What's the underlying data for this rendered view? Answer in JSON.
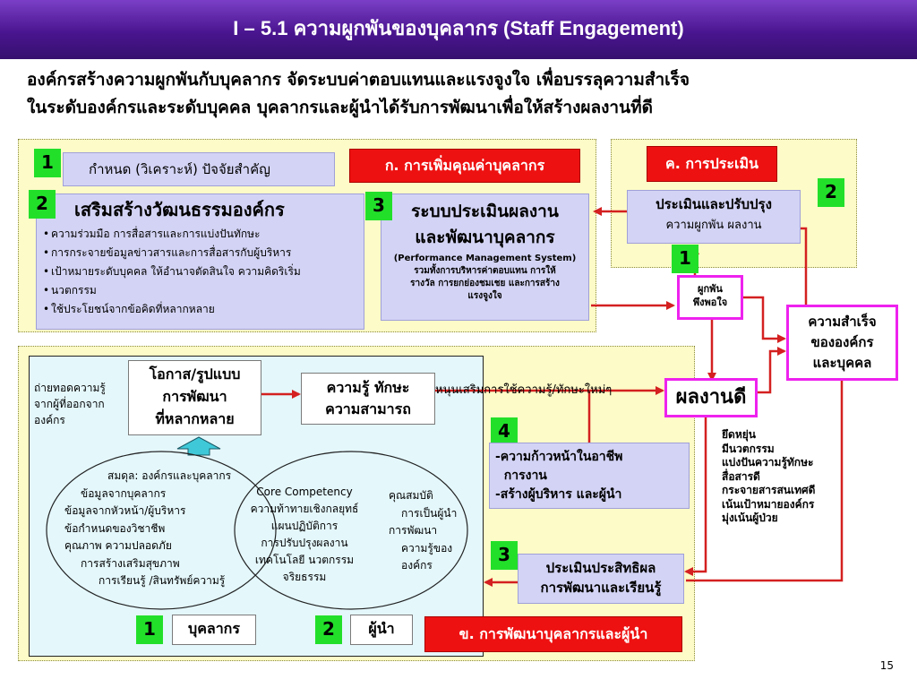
{
  "title": "I – 5.1 ความผูกพันของบุคลากร (Staff Engagement)",
  "intro": {
    "line1": "องค์กรสร้างความผูกพันกับบุคลากร จัดระบบค่าตอบแทนและแรงจูงใจ เพื่อบรรลุความสำเร็จ",
    "line2": "ในระดับองค์กรและระดับบุคคล   บุคลากรและผู้นำได้รับการพัฒนาเพื่อให้สร้างผลงานที่ดี"
  },
  "section_a": {
    "header": "ก. การเพิ่มคุณค่าบุคลากร",
    "item1": {
      "num": "1",
      "label": "กำหนด (วิเคราะห์) ปัจจัยสำคัญ"
    },
    "item2": {
      "num": "2",
      "title": "เสริมสร้างวัฒนธรรมองค์กร",
      "bullets": [
        "ความร่วมมือ การสื่อสารและการแบ่งปันทักษะ",
        "การกระจายข้อมูลข่าวสารและการสื่อสารกับผู้บริหาร",
        "เป้าหมายระดับบุคคล ให้อำนาจตัดสินใจ ความคิดริเริ่ม",
        "นวตกรรม",
        "ใช้ประโยชน์จากข้อคิดที่หลากหลาย"
      ]
    },
    "item3": {
      "num": "3",
      "title1": "ระบบประเมินผลงาน",
      "title2": "และพัฒนาบุคลากร",
      "sub": "(Performance Management System)",
      "desc1": "รวมทั้งการบริหารค่าตอบแทน การให้",
      "desc2": "รางวัล การยกย่องชมเชย และการสร้าง",
      "desc3": "แรงจูงใจ"
    }
  },
  "section_c": {
    "header": "ค. การประเมิน",
    "num2": "2",
    "eval_title": "ประเมินและปรับปรุง",
    "eval_sub": "ความผูกพัน ผลงาน",
    "num1": "1",
    "engage1": "ผูกพัน",
    "engage2": "พึงพอใจ"
  },
  "success": {
    "l1": "ความสำเร็จ",
    "l2": "ขององค์กร",
    "l3": "และบุคคล"
  },
  "performance": "ผลงานดี",
  "performance_list": [
    "ยึดหยุ่น",
    "มีนวตกรรม",
    "แบ่งปันความรู้ทักษะ",
    "สื่อสารดี",
    "กระจายสารสนเทศดี",
    "เน้นเป้าหมายองค์กร",
    "มุ่งเน้นผู้ป่วย"
  ],
  "section_b": {
    "header": "ข. การพัฒนาบุคลากรและผู้นำ",
    "transfer": [
      "ถ่ายทอดความรู้",
      "จากผู้ที่ออกจาก",
      "องค์กร"
    ],
    "opp": [
      "โอกาส/รูปแบบ",
      "การพัฒนา",
      "ที่หลากหลาย"
    ],
    "skills": [
      "ความรู้ ทักษะ",
      "ความสามารถ"
    ],
    "support": "หนุนเสริมการใช้ความรู้/ทักษะใหม่ๆ",
    "num4": "4",
    "career": [
      "-ความก้าวหน้าในอาชีพ",
      "  การงาน",
      "-สร้างผู้บริหาร และผู้นำ"
    ],
    "num3": "3",
    "effect": [
      "ประเมินประสิทธิผล",
      "การพัฒนาและเรียนรู้"
    ],
    "left_ellipse": [
      "สมดุล: องค์กรและบุคลากร",
      "ข้อมูลจากบุคลากร",
      "ข้อมูลจากหัวหน้า/ผู้บริหาร",
      "ข้อกำหนดของวิชาชีพ",
      "คุณภาพ ความปลอดภัย",
      "การสร้างเสริมสุขภาพ",
      "การเรียนรู้ /สินทรัพย์ความรู้"
    ],
    "center": [
      "Core Competency",
      "ความท้าทายเชิงกลยุทธ์",
      "แผนปฏิบัติการ",
      "การปรับปรุงผลงาน",
      "เทคโนโลยี นวตกรรม",
      "จริยธรรม"
    ],
    "right_ellipse": [
      "คุณสมบัติ",
      "การเป็นผู้นำ",
      "การพัฒนา",
      "ความรู้ของ",
      "องค์กร"
    ],
    "num1": "1",
    "staff": "บุคลากร",
    "num2": "2",
    "leader": "ผู้นำ"
  },
  "page_number": "15"
}
